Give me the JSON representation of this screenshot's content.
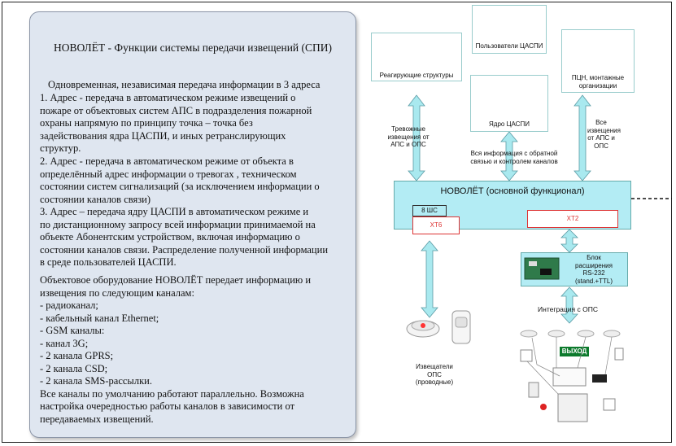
{
  "panel": {
    "title": "НОВОЛЁТ - Функции системы передачи извещений (СПИ)",
    "intro": "Одновременная, независимая передача информации в 3 адреса",
    "item1": [
      "1.        Адрес - передача в автоматическом режиме извещений о",
      "пожаре от объектовых систем АПС   в подразделения пожарной",
      "охраны      напрямую по принципу точка – точка     без",
      "задействования  ядра   ЦАСПИ, и иных ретранслирующих",
      "структур."
    ],
    "item2": [
      "2.        Адрес - передача    в автоматическом режиме от объекта в",
      "определённый адрес  информации о тревогах , техническом",
      "состоянии систем сигнализаций (за исключением информации о",
      "состоянии каналов связи)"
    ],
    "item3": [
      "3.        Адрес – передача ядру ЦАСПИ в автоматическом режиме и",
      "по дистанционному запросу всей информации принимаемой на",
      "объекте Абонентским устройством, включая  информацию о",
      "состоянии каналов связи. Распределение  полученной информации",
      "в среде    пользователей   ЦАСПИ."
    ],
    "channels": [
      "Объектовое оборудование НОВОЛЁТ передает информацию и",
      "извещения по следующим каналам:",
      "- радиоканал;",
      "- кабельный канал Ethernet;",
      "- GSM каналы:",
      "     -  канал 3G;",
      "    - 2 канала GPRS;",
      "   - 2 канала CSD;",
      "   - 2 канала SMS-рассылки.",
      "Все каналы по умолчанию работают параллельно. Возможна",
      "настройка очередностью работы каналов в зависимости от",
      "передаваемых извещений."
    ]
  },
  "diagram": {
    "responders": "Реагирующие структуры",
    "users": "Пользователи ЦАСПИ",
    "pcn": [
      "ПЦН, монтажные",
      "организации"
    ],
    "core": "Ядро ЦАСПИ",
    "alarm_note": [
      "Тревожные",
      "извещения от",
      "АПС и ОПС"
    ],
    "all_info_note": [
      "Вся информация с обратной",
      "связью и контролем каналов"
    ],
    "all_alerts_note": [
      "Все",
      "извещения",
      "от АПС и",
      "ОПС"
    ],
    "main_label": "НОВОЛЁТ (основной функционал)",
    "slot_8shs": "8 ШС",
    "xt6": "ХТ6",
    "xt2": "ХТ2",
    "expansion": [
      "Блок",
      "расширения",
      "RS-232",
      "(stand.+TTL)"
    ],
    "ops_integration": "Интеграция с ОПС",
    "detectors": [
      "Извещатели",
      "ОПС",
      "(проводные)"
    ],
    "exit_sign": "ВЫХОД"
  },
  "colors": {
    "panel_bg": "#dfe6f0",
    "main_box": "#b3ecf4",
    "arrow": "#a9e9ef",
    "slot_red": "#d33"
  }
}
